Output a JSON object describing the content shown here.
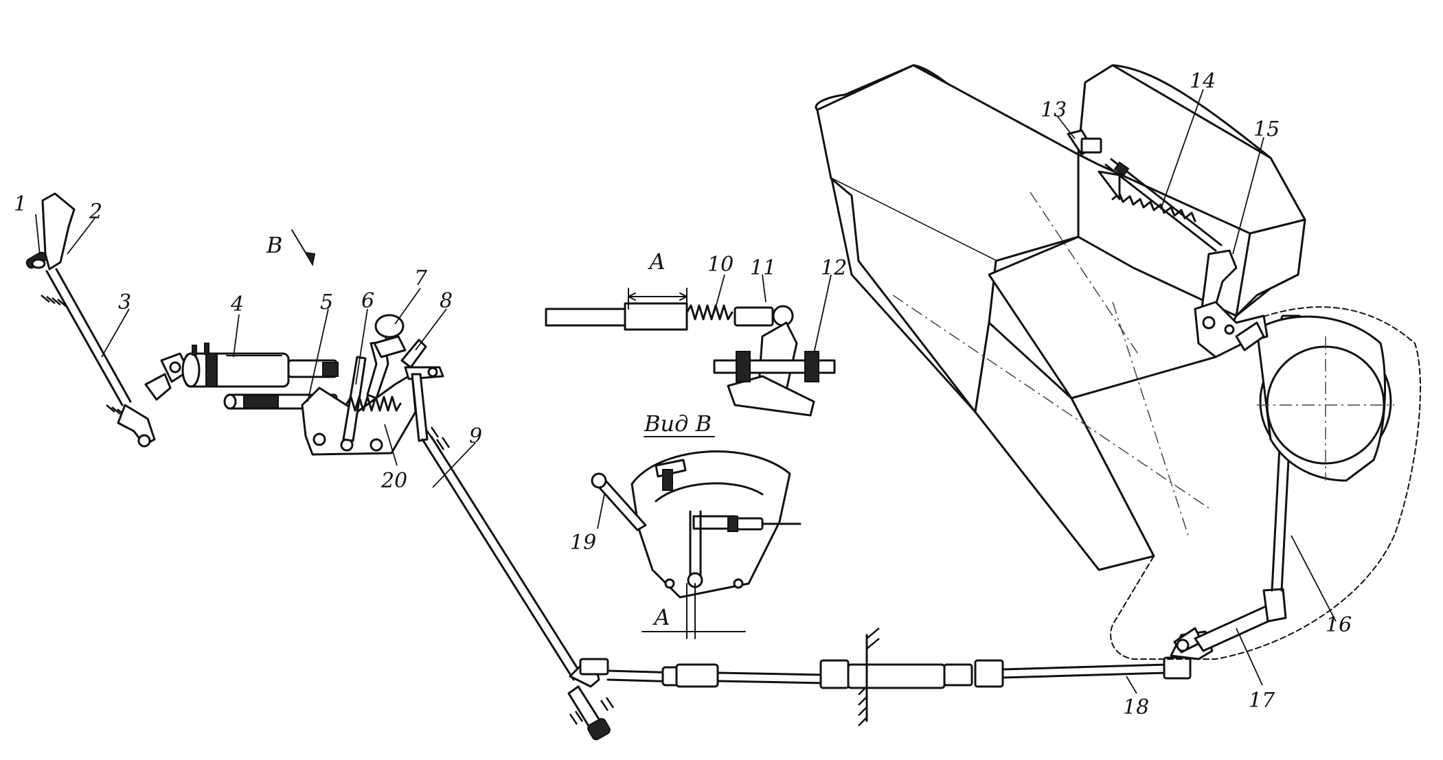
{
  "callouts": [
    "1",
    "2",
    "3",
    "4",
    "5",
    "6",
    "7",
    "8",
    "9",
    "10",
    "11",
    "12",
    "13",
    "14",
    "15",
    "16",
    "17",
    "18",
    "19",
    "20"
  ],
  "view_label": "Вид В",
  "view_arrow_label": "В",
  "dimension_label": "А"
}
